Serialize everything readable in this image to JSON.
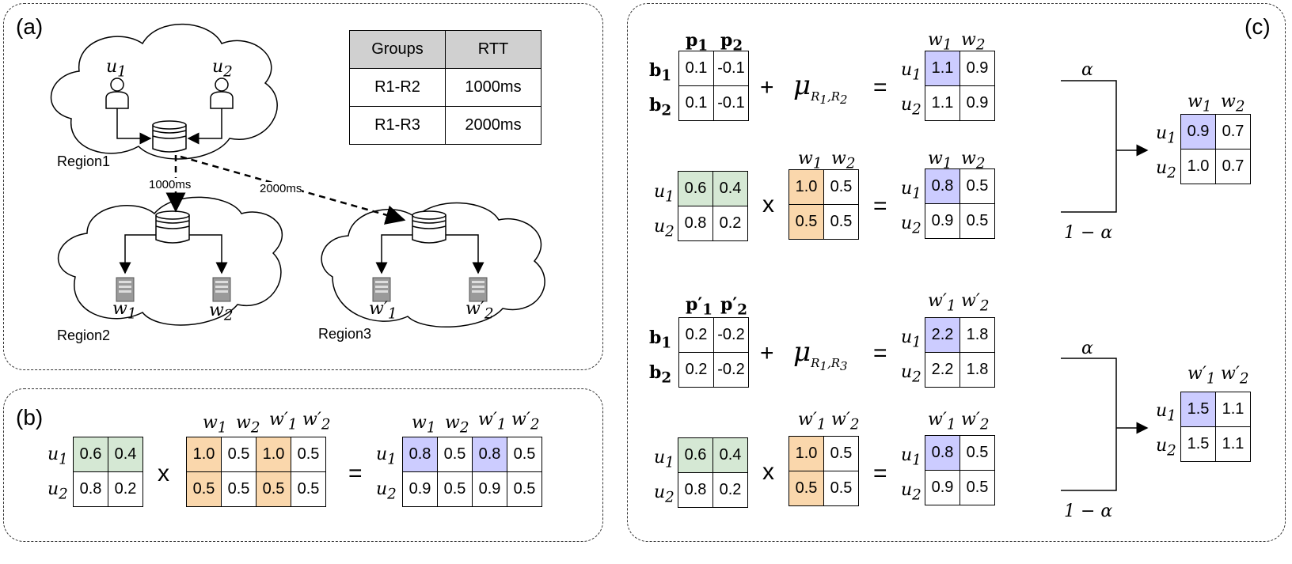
{
  "panel_labels": {
    "a": "(a)",
    "b": "(b)",
    "c": "(c)"
  },
  "panel_a": {
    "regions": [
      "Region1",
      "Region2",
      "Region3"
    ],
    "users": [
      "u1",
      "u2"
    ],
    "workers": [
      "w1",
      "w2",
      "w1'",
      "w2'"
    ],
    "latencies": [
      "1000ms",
      "2000ms"
    ],
    "rtt_table": {
      "headers": [
        "Groups",
        "RTT"
      ],
      "rows": [
        [
          "R1-R2",
          "1000ms"
        ],
        [
          "R1-R3",
          "2000ms"
        ]
      ]
    }
  },
  "matrices": {
    "user_pref": [
      [
        "0.6",
        "0.4"
      ],
      [
        "0.8",
        "0.2"
      ]
    ],
    "b_weights_full": [
      [
        "1.0",
        "0.5",
        "1.0",
        "0.5"
      ],
      [
        "0.5",
        "0.5",
        "0.5",
        "0.5"
      ]
    ],
    "b_result": [
      [
        "0.8",
        "0.5",
        "0.8",
        "0.5"
      ],
      [
        "0.9",
        "0.5",
        "0.9",
        "0.5"
      ]
    ],
    "weights": [
      [
        "1.0",
        "0.5"
      ],
      [
        "0.5",
        "0.5"
      ]
    ],
    "prod": [
      [
        "0.8",
        "0.5"
      ],
      [
        "0.9",
        "0.5"
      ]
    ],
    "bias_r2": [
      [
        "0.1",
        "-0.1"
      ],
      [
        "0.1",
        "-0.1"
      ]
    ],
    "sum_r2": [
      [
        "1.1",
        "0.9"
      ],
      [
        "1.1",
        "0.9"
      ]
    ],
    "final_r2": [
      [
        "0.9",
        "0.7"
      ],
      [
        "1.0",
        "0.7"
      ]
    ],
    "bias_r3": [
      [
        "0.2",
        "-0.2"
      ],
      [
        "0.2",
        "-0.2"
      ]
    ],
    "sum_r3": [
      [
        "2.2",
        "1.8"
      ],
      [
        "2.2",
        "1.8"
      ]
    ],
    "final_r3": [
      [
        "1.5",
        "1.1"
      ],
      [
        "1.5",
        "1.1"
      ]
    ]
  },
  "operators": {
    "times": "x",
    "equals": "=",
    "plus": "+"
  },
  "colors": {
    "green": "#d5e8d4",
    "orange": "#fad7ac",
    "blue": "#ccccff"
  }
}
